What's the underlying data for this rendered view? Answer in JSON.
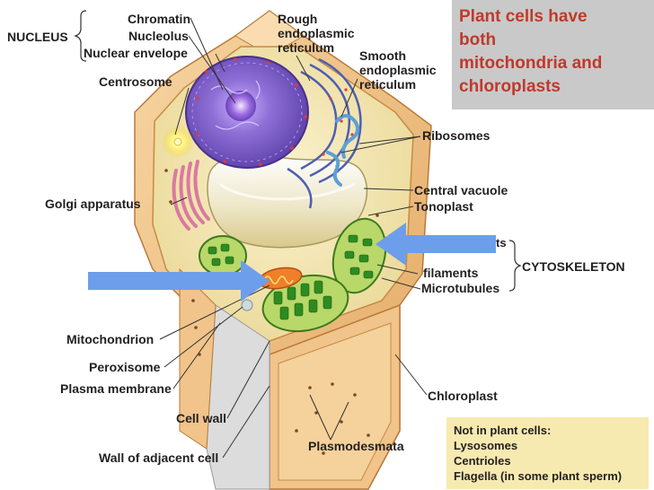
{
  "labels": {
    "nucleus": "NUCLEUS",
    "chromatin": "Chromatin",
    "nucleolus": "Nucleolus",
    "nuclear_envelope": "Nuclear envelope",
    "centrosome": "Centrosome",
    "rough_er_1": "Rough",
    "rough_er_2": "endoplasmic",
    "rough_er_3": "reticulum",
    "smooth_er_1": "Smooth",
    "smooth_er_2": "endoplasmic",
    "smooth_er_3": "reticulum",
    "ribosomes": "Ribosomes",
    "golgi": "Golgi apparatus",
    "central_vacuole": "Central vacuole",
    "tonoplast": "Tonoplast",
    "microfilaments_partial": "ts",
    "intermediate_filaments": "filaments",
    "microtubules": "Microtubules",
    "cytoskeleton": "CYTOSKELETON",
    "mitochondrion": "Mitochondrion",
    "peroxisome": "Peroxisome",
    "plasma_membrane": "Plasma membrane",
    "cell_wall": "Cell wall",
    "wall_adjacent": "Wall of adjacent cell",
    "plasmodesmata": "Plasmodesmata",
    "chloroplast": "Chloroplast"
  },
  "callout": {
    "line1": "Plant cells have",
    "line2": "both",
    "line3": "mitochondria and",
    "line4": "chloroplasts"
  },
  "note": {
    "line1": "Not in plant cells:",
    "line2": "Lysosomes",
    "line3": "Centrioles",
    "line4": "Flagella (in some plant sperm)"
  },
  "colors": {
    "callout_text": "#c0392b",
    "callout_bg": "#c9c9c9",
    "note_bg": "#f7eab0",
    "arrow": "#6d9eeb",
    "cell_wall": "#f0c48a",
    "nucleus": "#7e57c2",
    "chloroplast": "#3a9b2a",
    "vacuole": "#e8e2c4"
  }
}
